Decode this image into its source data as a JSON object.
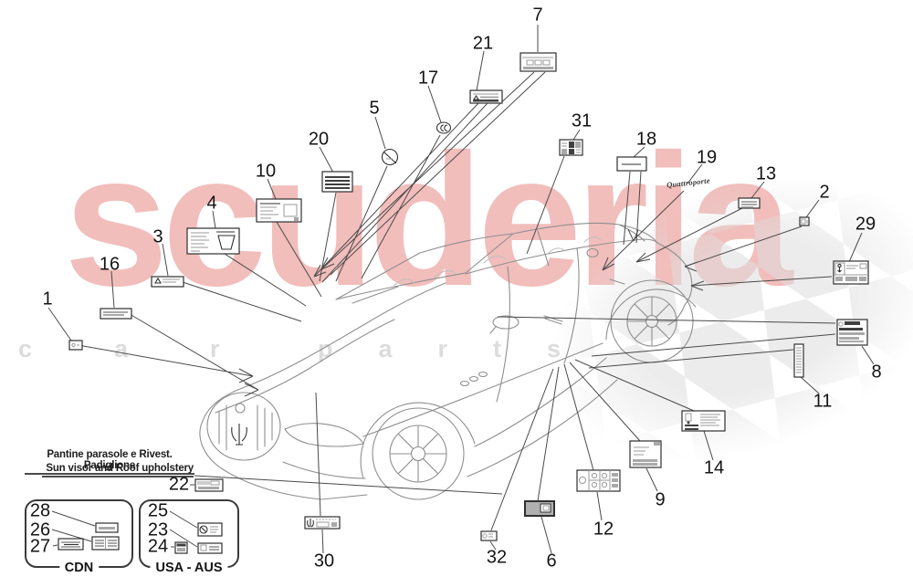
{
  "watermark": {
    "brand": "scuderia",
    "sub_word1": "car",
    "sub_word2": "parts",
    "brand_color": "#db544f"
  },
  "notes": {
    "italian": "Pantine parasole e Rivest. Padiglione",
    "english": "Sun visor and Roof upholstery"
  },
  "regional_groups": [
    {
      "title": "CDN",
      "callouts": [
        "28",
        "26",
        "27"
      ]
    },
    {
      "title": "USA - AUS",
      "callouts": [
        "25",
        "23",
        "24"
      ]
    }
  ],
  "emblem_text": "Quattroporte",
  "callouts": [
    "1",
    "2",
    "3",
    "4",
    "5",
    "6",
    "7",
    "8",
    "9",
    "10",
    "11",
    "12",
    "13",
    "14",
    "16",
    "17",
    "18",
    "19",
    "20",
    "21",
    "22",
    "23",
    "24",
    "25",
    "26",
    "27",
    "28",
    "29",
    "30",
    "31",
    "32"
  ],
  "stickers": [
    {
      "callout": "1",
      "type": "small-plate-label"
    },
    {
      "callout": "2",
      "type": "mini-square-label"
    },
    {
      "callout": "3",
      "type": "warning-triangle-strip-label"
    },
    {
      "callout": "4",
      "type": "info-label-with-cup-pictogram"
    },
    {
      "callout": "5",
      "type": "no-smoking-roundel"
    },
    {
      "callout": "6",
      "type": "gray-plate-with-window"
    },
    {
      "callout": "7",
      "type": "multi-field-plate"
    },
    {
      "callout": "8",
      "type": "dense-data-plate"
    },
    {
      "callout": "9",
      "type": "text-label-folded-corner"
    },
    {
      "callout": "10",
      "type": "text-label-with-window"
    },
    {
      "callout": "11",
      "type": "vertical-barcode-strip"
    },
    {
      "callout": "12",
      "type": "pressure-grid-label"
    },
    {
      "callout": "13",
      "type": "striped-label"
    },
    {
      "callout": "14",
      "type": "fluid-warning-label"
    },
    {
      "callout": "16",
      "type": "striped-label"
    },
    {
      "callout": "17",
      "type": "double-c-oval-mark"
    },
    {
      "callout": "18",
      "type": "single-line-label"
    },
    {
      "callout": "19",
      "type": "script-badge"
    },
    {
      "callout": "20",
      "type": "dense-striped-label"
    },
    {
      "callout": "21",
      "type": "warning-triangle-striped-label"
    },
    {
      "callout": "22",
      "type": "barcode-ticket-label"
    },
    {
      "callout": "23",
      "type": "icon-and-bars-label"
    },
    {
      "callout": "24",
      "type": "small-dark-label"
    },
    {
      "callout": "25",
      "type": "crossed-circle-label"
    },
    {
      "callout": "26",
      "type": "two-column-striped-label"
    },
    {
      "callout": "27",
      "type": "striped-plate"
    },
    {
      "callout": "28",
      "type": "single-stripe-label"
    },
    {
      "callout": "29",
      "type": "pictogram-data-label"
    },
    {
      "callout": "30",
      "type": "vin-plate-with-trident"
    },
    {
      "callout": "31",
      "type": "grid-color-label"
    },
    {
      "callout": "32",
      "type": "mini-icon-label"
    }
  ]
}
